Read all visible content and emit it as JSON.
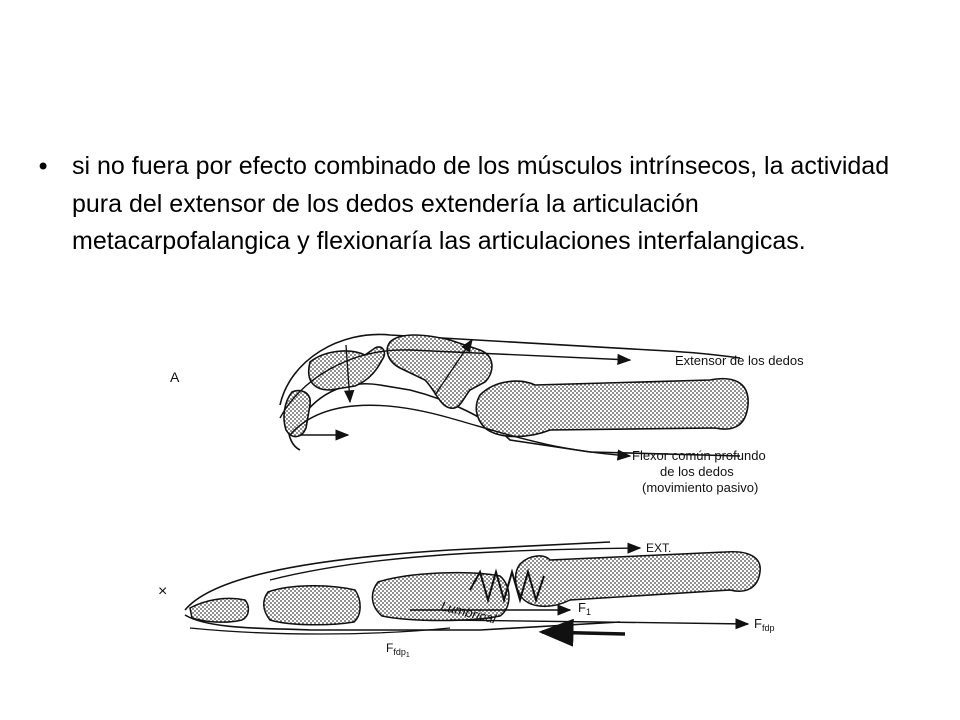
{
  "slide": {
    "bullet_text": "si no fuera por efecto combinado de los músculos intrínsecos, la actividad pura del extensor de los dedos extendería la articulación metacarpofalangica y flexionaría las articulaciones interfalangicas."
  },
  "figure": {
    "panel_a": {
      "marker": "A",
      "extensor_label": "Extensor de los dedos",
      "flexor_label_line1": "Flexor común profundo",
      "flexor_label_line2": "de los dedos",
      "flexor_label_line3": "(movimiento pasivo)"
    },
    "panel_b": {
      "marker": "×",
      "ext_label": "EXT.",
      "lumbrical_label": "Lumbrical",
      "f1_label": "F",
      "f1_sub": "1",
      "ffdp_label": "F",
      "ffdp_sub": "fdp",
      "ffdp1_label": "F",
      "ffdp1_sub": "fdp",
      "ffdp1_sub2": "1"
    }
  }
}
